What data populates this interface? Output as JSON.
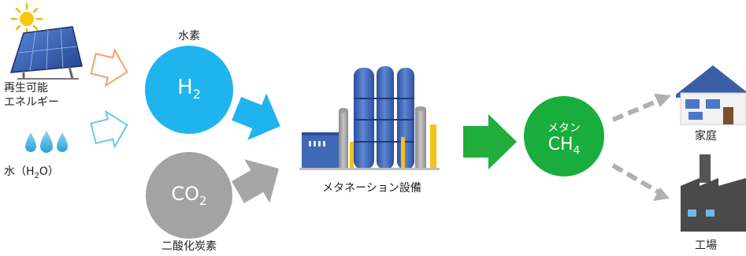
{
  "labels": {
    "renewable_line1": "再生可能",
    "renewable_line2": "エネルギー",
    "water_prefix": "水（H",
    "water_sub": "2",
    "water_suffix": "O）",
    "hydrogen_caption": "水素",
    "h2_main": "H",
    "h2_sub": "2",
    "co2_main": "CO",
    "co2_sub": "2",
    "co2_caption": "二酸化炭素",
    "facility_caption": "メタネーション設備",
    "methane_name": "メタン",
    "ch4_main": "CH",
    "ch4_sub": "4",
    "home_caption": "家庭",
    "factory_caption": "工場"
  },
  "colors": {
    "hydrogen_circle": "#1fb4ee",
    "co2_circle": "#a3a3a3",
    "methane_circle": "#18ad3c",
    "blue_arrow": "#1fb4ee",
    "gray_arrow": "#a6a6a6",
    "green_arrow": "#21ad3a",
    "outline_arrow_orange": "#f5a06a",
    "outline_arrow_blue": "#69c8ee",
    "dashed_arrow": "#b0b0b0"
  },
  "icons": [
    "sun-icon",
    "solar-panel-icon",
    "water-drops-icon",
    "methanation-plant-icon",
    "house-icon",
    "factory-icon"
  ]
}
